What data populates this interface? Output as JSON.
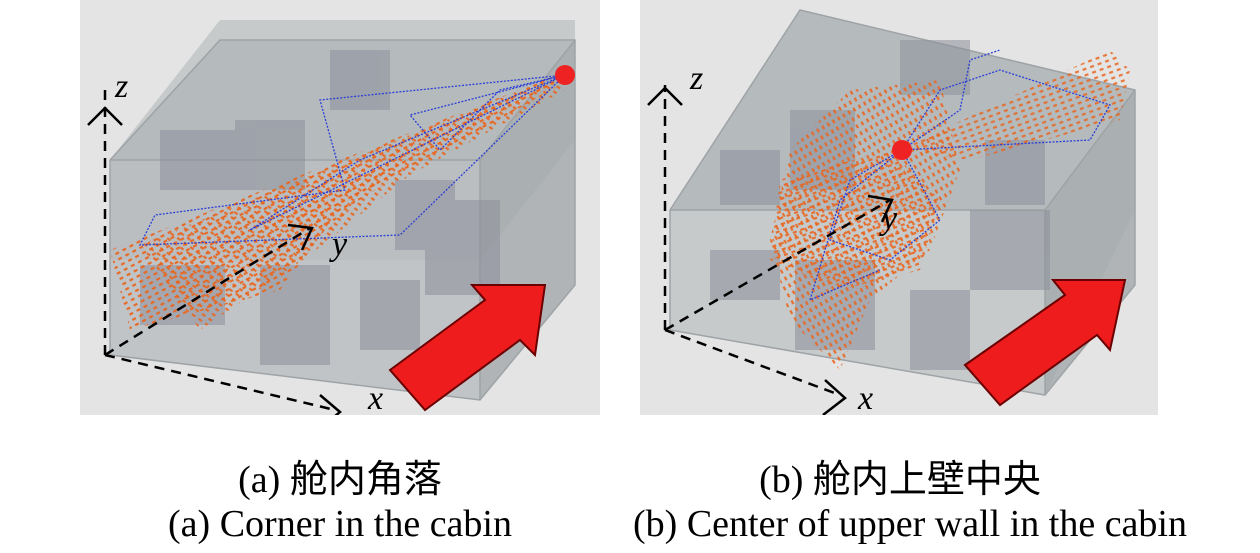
{
  "panels": [
    {
      "id": "a",
      "axis_labels": {
        "x": "x",
        "y": "y",
        "z": "z"
      },
      "caption_cn": "(a) 舱内角落",
      "caption_en": "(a) Corner in the cabin"
    },
    {
      "id": "b",
      "axis_labels": {
        "x": "x",
        "y": "y",
        "z": "z"
      },
      "caption_cn": "(b) 舱内上壁中央",
      "caption_en": "(b) Center of upper wall in the cabin"
    }
  ],
  "colors": {
    "panel_bg": "#e4e4e4",
    "cabin_face": "#b7bbbd",
    "obstacle": "#8d8f9b",
    "ray_points": "#e8661f",
    "path_lines": "#2b3fd6",
    "source_marker": "#ee2222",
    "flow_arrow": "#ee1c1c",
    "axes": "#000000"
  },
  "icons": [
    "source-marker",
    "flow-direction-arrow",
    "dashed-axes"
  ]
}
